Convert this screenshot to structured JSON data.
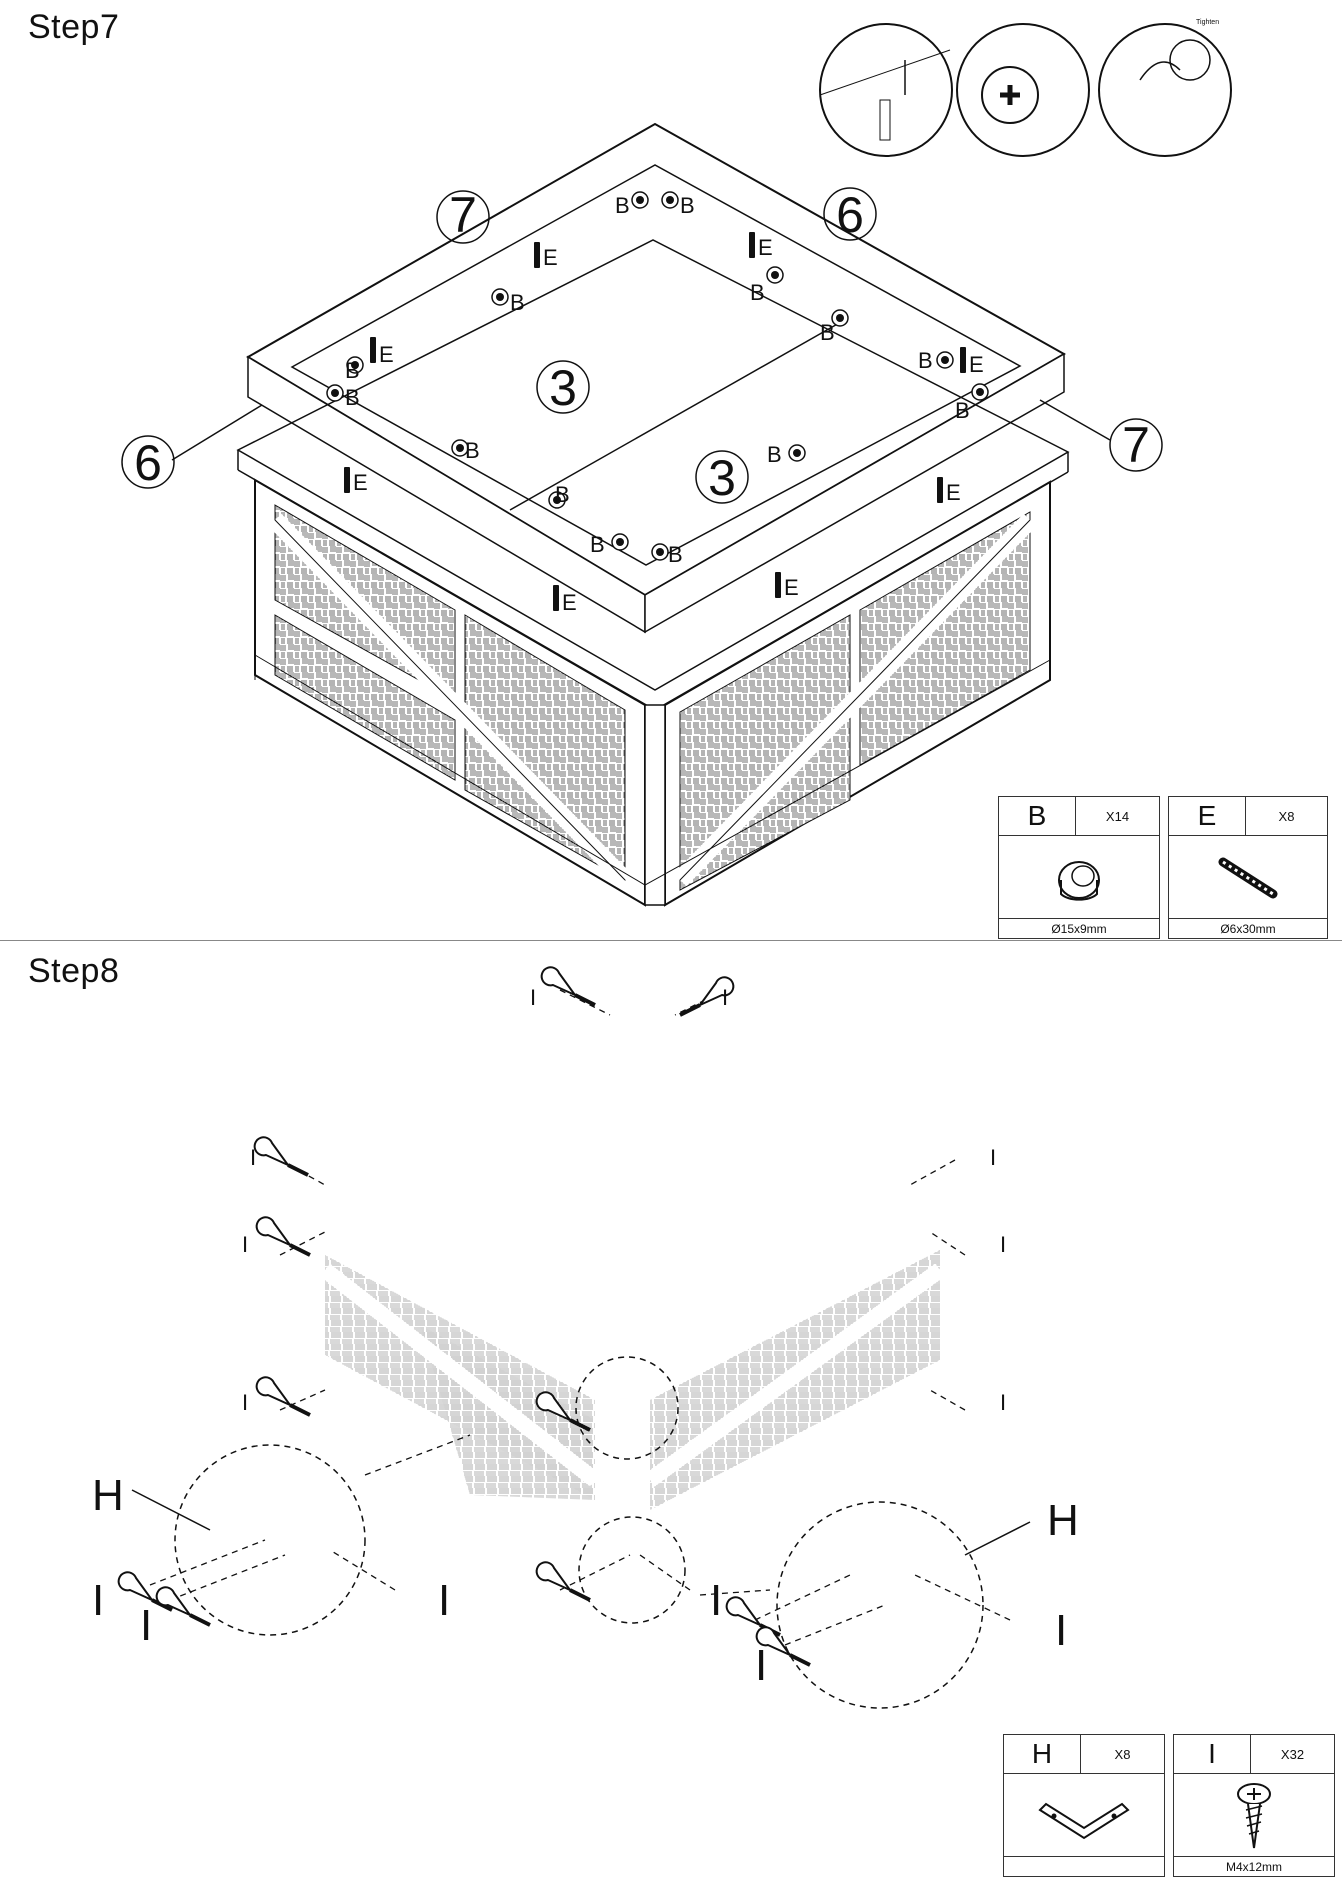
{
  "steps": {
    "step7": {
      "title": "Step7"
    },
    "step8": {
      "title": "Step8"
    }
  },
  "diagram_labels": {
    "board_top_left": "7",
    "board_top_right": "6",
    "board_left": "6",
    "board_right": "7",
    "panel_left": "3",
    "panel_right": "3",
    "cam_lock": "B",
    "dowel": "E",
    "bracket": "H",
    "screw": "I",
    "tighten": "Tighten"
  },
  "parts": {
    "step7": [
      {
        "letter": "B",
        "qty": "X14",
        "size": "Ø15x9mm",
        "icon": "cam-lock-icon"
      },
      {
        "letter": "E",
        "qty": "X8",
        "size": "Ø6x30mm",
        "icon": "dowel-icon"
      }
    ],
    "step8": [
      {
        "letter": "H",
        "qty": "X8",
        "size": "",
        "icon": "corner-bracket-icon"
      },
      {
        "letter": "I",
        "qty": "X32",
        "size": "M4x12mm",
        "icon": "screw-icon"
      }
    ]
  }
}
